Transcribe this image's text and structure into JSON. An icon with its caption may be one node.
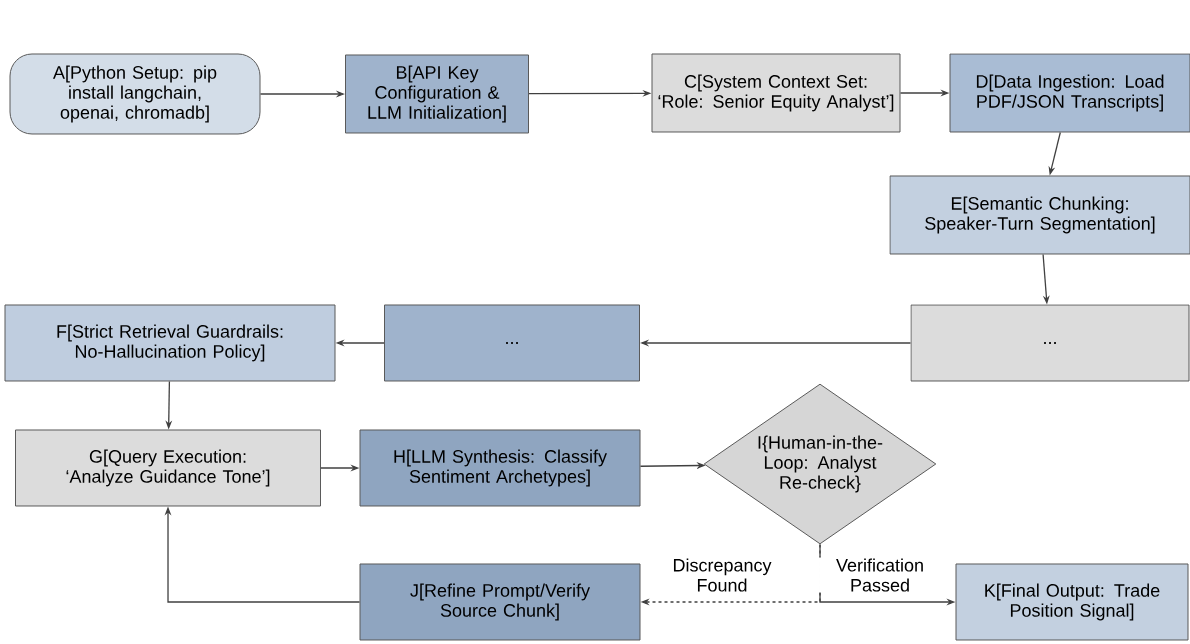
{
  "diagram": {
    "nodes": [
      {
        "text": [
          "A[Python Setup: pip install langchain, openai, chromadb]"
        ]
      },
      {
        "text": [
          "B[API Key Configuration & LLM Initialization]"
        ]
      },
      {
        "text": [
          "C[System Context Set: ‘Role: Senior Equity Analyst’]"
        ]
      },
      {
        "text": [
          "D[Data Ingestion: Load PDF/JSON Transcripts]"
        ]
      },
      {
        "text": [
          "E[Semantic Chunking: Speaker-Turn Segmentation]"
        ]
      },
      {
        "text": [
          "..."
        ]
      },
      {
        "text": [
          "..."
        ]
      },
      {
        "text": [
          "F[Strict Retrieval Guardrails: No-Hallucination Policy]"
        ]
      },
      {
        "text": [
          "G[Query Execution: ‘Analyze Guidance Tone’]"
        ]
      },
      {
        "text": [
          "H[LLM Synthesis: Classify Sentiment Archetypes]"
        ]
      },
      {
        "text": [
          "I{Human-in-the-Loop: Analyst Re-check}"
        ]
      },
      {
        "text": [
          "J[Refine Prompt/Verify Source Chunk]"
        ]
      },
      {
        "text": [
          "K[Final Output: Trade Position Signal]"
        ]
      }
    ],
    "edges": [
      {
        "from": 0,
        "to": 1,
        "arrow": "to"
      },
      {
        "from": 1,
        "to": 2,
        "arrow": "to"
      },
      {
        "from": 2,
        "to": 3,
        "arrow": "to"
      },
      {
        "from": 3,
        "to": 4,
        "arrow": "to"
      },
      {
        "from": 4,
        "to": 5,
        "arrow": "to"
      },
      {
        "from": 5,
        "to": 6,
        "arrow": "to"
      },
      {
        "from": 6,
        "to": 7,
        "arrow": "to"
      },
      {
        "from": 7,
        "to": 8,
        "arrow": "to"
      },
      {
        "from": 8,
        "to": 9,
        "arrow": "to"
      },
      {
        "from": 9,
        "to": 10,
        "arrow": "to"
      },
      {
        "from": 10,
        "to": 11,
        "arrow": "to",
        "label": "Discrepancy Found",
        "style": "dashed"
      },
      {
        "from": 10,
        "to": 12,
        "arrow": "to",
        "label": "Verification Passed"
      },
      {
        "from": 11,
        "to": 8,
        "arrow": "to"
      }
    ]
  }
}
